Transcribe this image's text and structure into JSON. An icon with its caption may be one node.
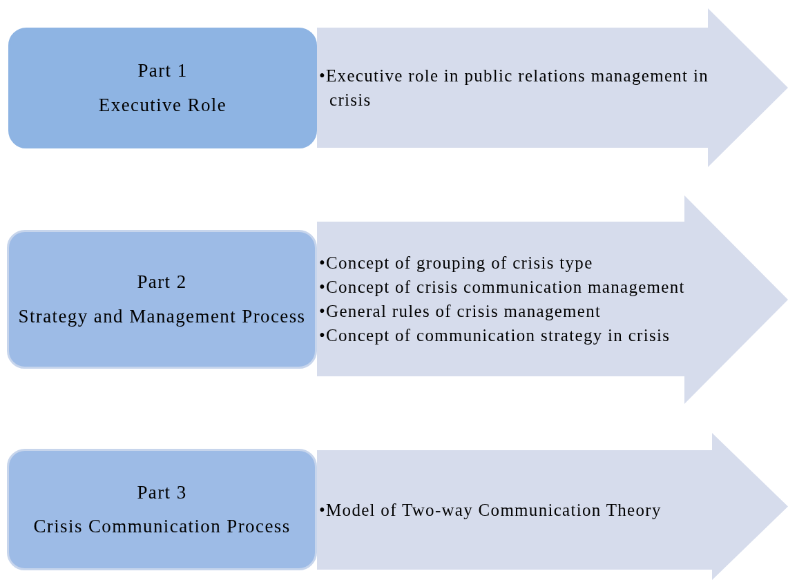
{
  "diagram": {
    "nodes": [
      {
        "text": [
          "Part 1",
          "Executive Role"
        ]
      },
      {
        "text": [
          "•Executive role in public relations management in crisis"
        ]
      },
      {
        "text": [
          "Part 2",
          "Strategy and Management Process"
        ]
      },
      {
        "text": [
          "•Concept of grouping of crisis type",
          "•Concept of crisis communication management",
          "•General rules of crisis management",
          "•Concept of communication strategy in crisis"
        ]
      },
      {
        "text": [
          "Part 3",
          "Crisis Communication Process"
        ]
      },
      {
        "text": [
          "•Model of Two-way Communication Theory"
        ]
      }
    ]
  }
}
